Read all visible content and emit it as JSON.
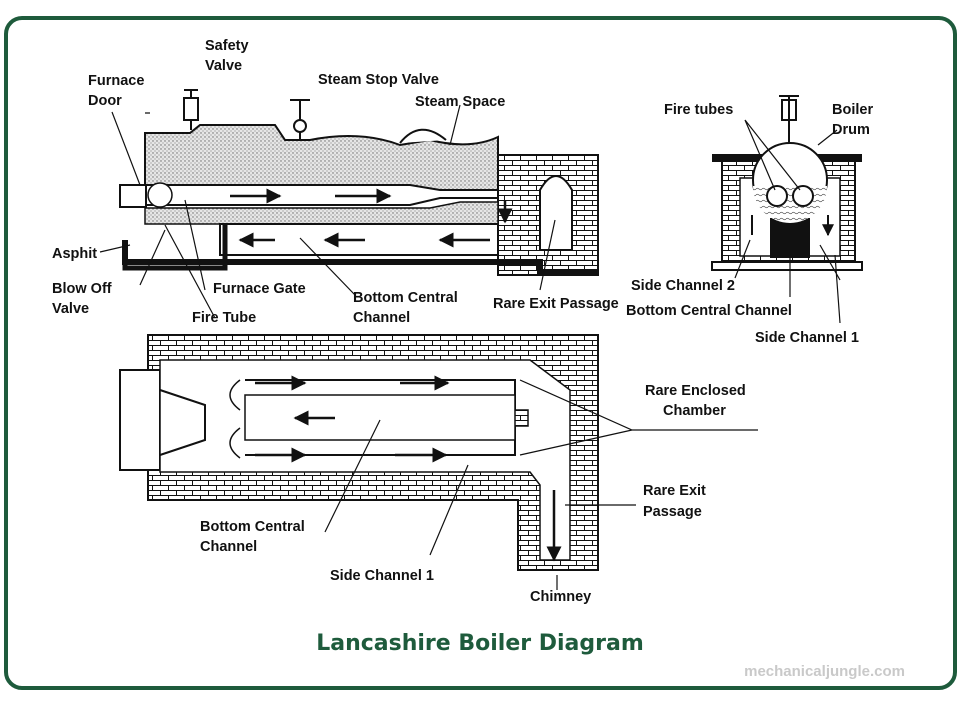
{
  "title": "Lancashire Boiler Diagram",
  "watermark": "mechanicaljungle.com",
  "colors": {
    "frame": "#1e5b3c",
    "title": "#1e5b3c",
    "line": "#111111",
    "watermark": "#c9c9c9"
  },
  "side_view": {
    "labels": {
      "safety_valve_1": "Safety",
      "safety_valve_2": "Valve",
      "furnace_door_1": "Furnace",
      "furnace_door_2": "Door",
      "steam_stop_valve": "Steam Stop Valve",
      "steam_space": "Steam Space",
      "asphit": "Asphit",
      "blow_off_1": "Blow Off",
      "blow_off_2": "Valve",
      "furnace_gate": "Furnace Gate",
      "fire_tube": "Fire Tube",
      "bottom_central_1": "Bottom Central",
      "bottom_central_2": "Channel",
      "rare_exit": "Rare Exit Passage"
    }
  },
  "end_view": {
    "labels": {
      "fire_tubes": "Fire tubes",
      "boiler_1": "Boiler",
      "boiler_2": "Drum",
      "side_channel_2": "Side Channel 2",
      "bottom_central": "Bottom Central Channel",
      "side_channel_1": "Side Channel 1"
    }
  },
  "plan_view": {
    "labels": {
      "rare_enclosed_1": "Rare Enclosed",
      "rare_enclosed_2": "Chamber",
      "rare_exit_1": "Rare Exit",
      "rare_exit_2": "Passage",
      "bottom_central_1": "Bottom Central",
      "bottom_central_2": "Channel",
      "side_channel_1": "Side Channel 1",
      "chimney": "Chimney"
    }
  }
}
